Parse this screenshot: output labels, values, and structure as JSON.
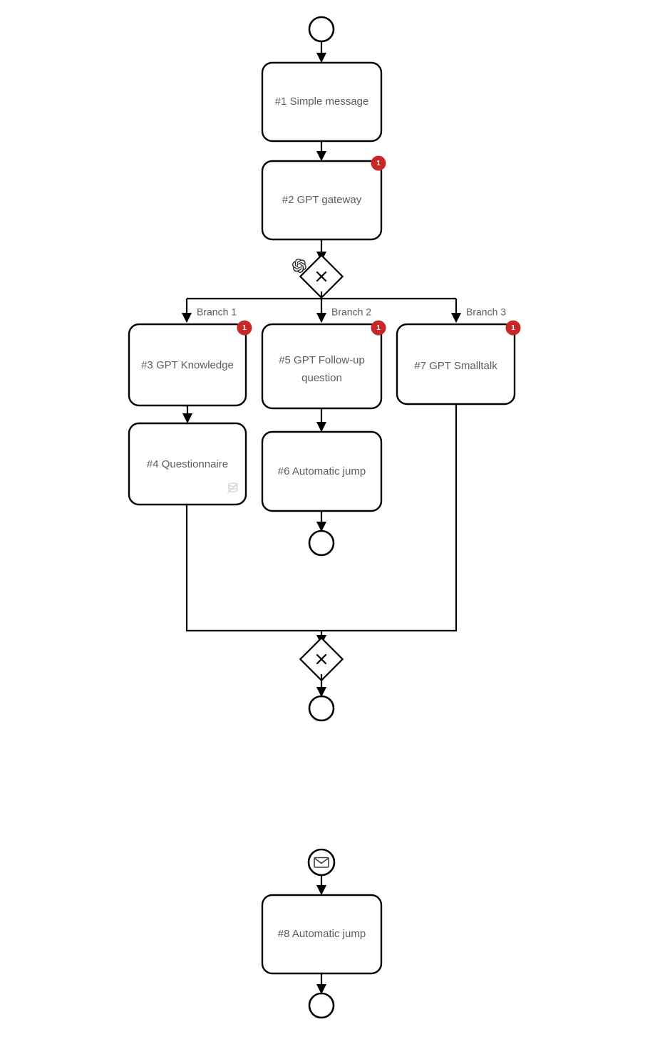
{
  "diagram": {
    "type": "bpmn-flowchart",
    "background_color": "#ffffff",
    "text_color": "#5c5c5c",
    "stroke_color": "#000000",
    "badge_color": "#c62828",
    "badge_text_color": "#ffffff"
  },
  "nodes": {
    "start_event_1": {
      "name": "start-event",
      "icon": "circle-start-icon"
    },
    "task_1": {
      "label": "#1 Simple message"
    },
    "task_2": {
      "label": "#2 GPT gateway",
      "badge": "1"
    },
    "gateway_1": {
      "name": "exclusive-gateway-split",
      "symbol": "×",
      "icon": "openai-logo-icon"
    },
    "task_3": {
      "label": "#3 GPT Knowledge",
      "badge": "1"
    },
    "task_4": {
      "label": "#4 Questionnaire",
      "icon": "database-off-icon"
    },
    "task_5": {
      "label": "#5 GPT Follow-up question",
      "line1": "#5 GPT Follow-up",
      "line2": "question",
      "badge": "1"
    },
    "task_6": {
      "label": "#6 Automatic jump"
    },
    "task_7": {
      "label": "#7 GPT Smalltalk",
      "badge": "1"
    },
    "end_event_1": {
      "name": "end-event-branch2",
      "icon": "circle-end-icon"
    },
    "gateway_2": {
      "name": "exclusive-gateway-merge",
      "symbol": "×"
    },
    "end_event_2": {
      "name": "end-event-main",
      "icon": "circle-end-icon"
    },
    "start_event_2": {
      "name": "message-start-event",
      "icon": "envelope-icon"
    },
    "task_8": {
      "label": "#8 Automatic jump"
    },
    "end_event_3": {
      "name": "end-event-secondary",
      "icon": "circle-end-icon"
    }
  },
  "branches": [
    {
      "label": "Branch 1"
    },
    {
      "label": "Branch 2"
    },
    {
      "label": "Branch 3"
    }
  ]
}
